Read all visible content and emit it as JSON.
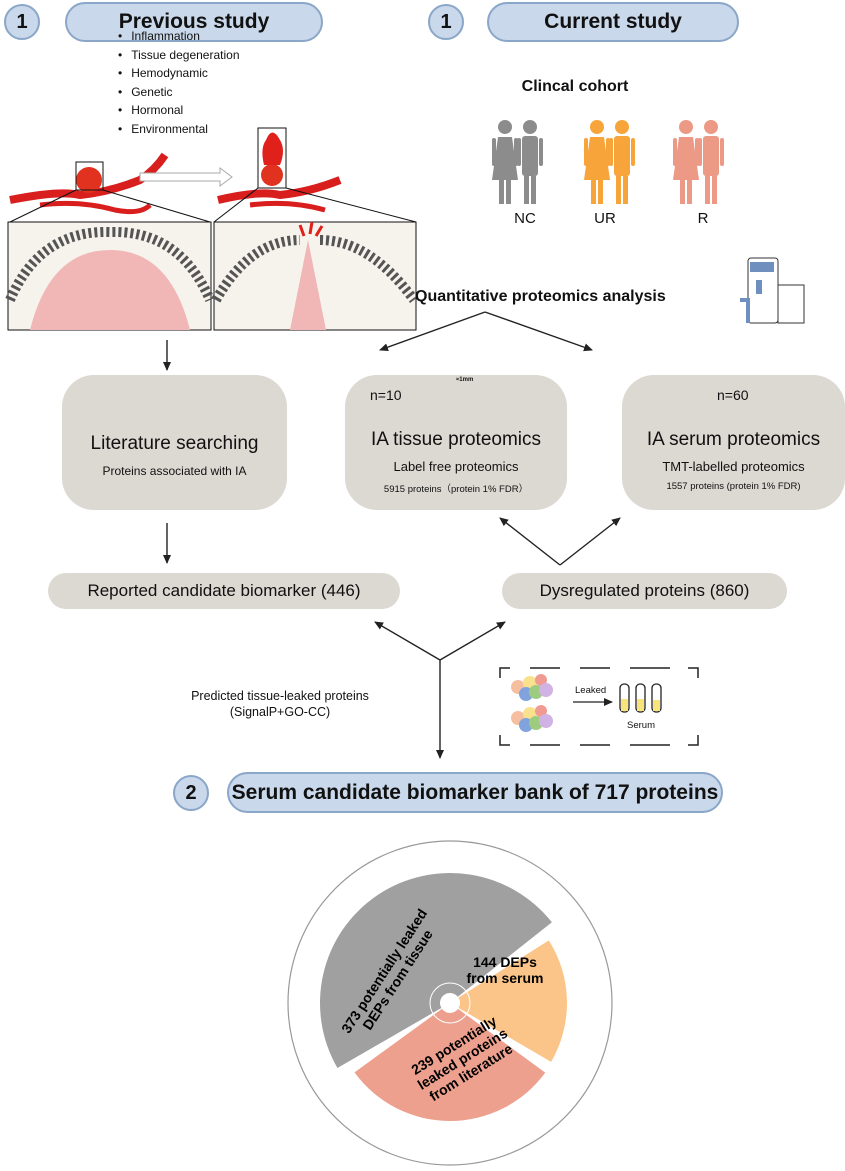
{
  "left_header": {
    "step": "1",
    "title": "Previous study"
  },
  "right_header": {
    "step": "1",
    "title": "Current study"
  },
  "risk_factors": [
    "Inflammation",
    "Tissue degeneration",
    "Hemodynamic",
    "Genetic",
    "Hormonal",
    "Environmental"
  ],
  "cohort": {
    "title": "Clincal cohort",
    "groups": [
      {
        "label": "NC",
        "color": "#8c8c8c"
      },
      {
        "label": "UR",
        "color": "#f7a43a"
      },
      {
        "label": "R",
        "color": "#ec9a85"
      }
    ]
  },
  "quant_title": "Quantitative proteomics analysis",
  "literature": {
    "title": "Literature searching",
    "subtitle": "Proteins associated with IA"
  },
  "tissue": {
    "n": "n=10",
    "scale": "≈1mm",
    "title": "IA tissue proteomics",
    "method": "Label free proteomics",
    "count": "5915 proteins（protein 1% FDR）"
  },
  "serum": {
    "n": "n=60",
    "title": "IA serum proteomics",
    "method": "TMT-labelled proteomics",
    "count": "1557 proteins (protein 1% FDR)"
  },
  "reported": "Reported candidate biomarker (446)",
  "dysregulated": "Dysregulated proteins (860)",
  "predicted": {
    "line1": "Predicted tissue-leaked proteins",
    "line2": "(SignalP+GO-CC)"
  },
  "leak_box": {
    "leaked": "Leaked",
    "serum": "Serum"
  },
  "bank": {
    "step": "2",
    "title": "Serum candidate biomarker bank of 717 proteins"
  },
  "chart_data": {
    "type": "pie",
    "total": 717,
    "slices": [
      {
        "label": "373  potentially leaked DEPs from tissue",
        "value": 373,
        "color": "#a0a0a0"
      },
      {
        "label": "144 DEPs from serum",
        "value": 144,
        "color": "#fbc58a"
      },
      {
        "label": "239 potentially leaked proteins from literature",
        "value": 239,
        "color": "#eea08e"
      }
    ]
  }
}
